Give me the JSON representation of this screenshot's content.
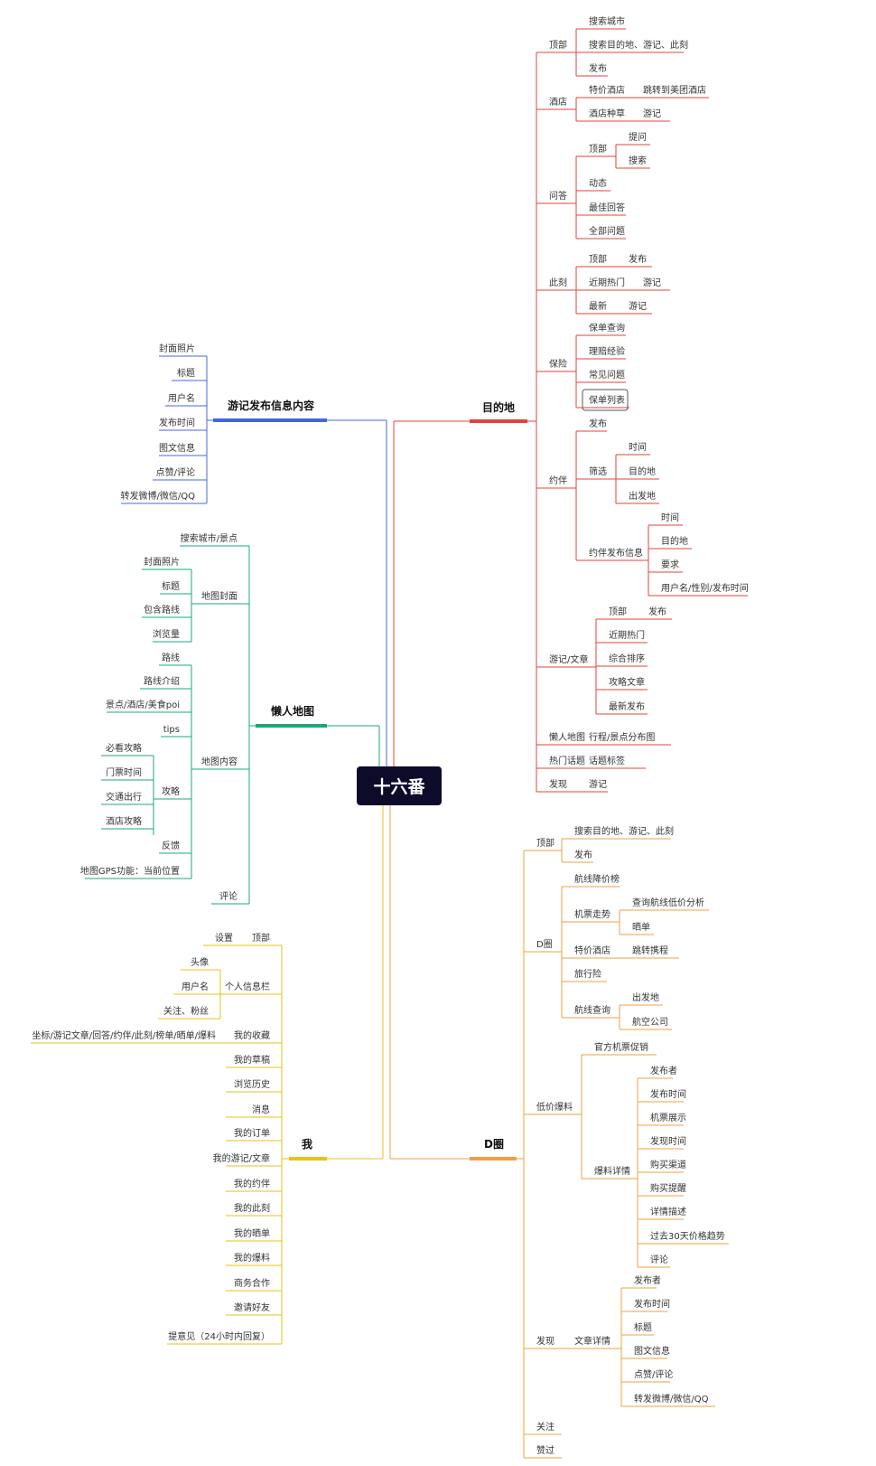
{
  "root": "十六番",
  "colors": {
    "root_bg": "#0d0b2a",
    "destination": "#e0443a",
    "travel_notes": "#4468d8",
    "lazy_map": "#1aa877",
    "me": "#e8c21a",
    "d_circle": "#f0a040"
  },
  "branches": {
    "destination": {
      "label": "目的地",
      "top": {
        "label": "顶部",
        "items": [
          "搜索城市",
          "搜索目的地、游记、此刻",
          "发布"
        ]
      },
      "hotel": {
        "label": "酒店",
        "deal": {
          "label": "特价酒店",
          "child": "跳转到美团酒店"
        },
        "grass": {
          "label": "酒店种草",
          "child": "游记"
        }
      },
      "qa": {
        "label": "问答",
        "top": {
          "label": "顶部",
          "children": [
            "提问",
            "搜索"
          ]
        },
        "items": [
          "动态",
          "最佳回答",
          "全部问题"
        ]
      },
      "moment": {
        "label": "此刻",
        "rows": [
          {
            "label": "顶部",
            "child": "发布"
          },
          {
            "label": "近期热门",
            "child": "游记"
          },
          {
            "label": "最新",
            "child": "游记"
          }
        ]
      },
      "insurance": {
        "label": "保险",
        "items": [
          "保单查询",
          "理赔经验",
          "常见问题",
          "保单列表"
        ]
      },
      "companion": {
        "label": "约伴",
        "publish": "发布",
        "filter": {
          "label": "筛选",
          "children": [
            "时间",
            "目的地",
            "出发地"
          ]
        },
        "info": {
          "label": "约伴发布信息",
          "children": [
            "时间",
            "目的地",
            "要求",
            "用户名/性别/发布时间"
          ]
        }
      },
      "notes": {
        "label": "游记/文章",
        "top": {
          "label": "顶部",
          "child": "发布"
        },
        "items": [
          "近期热门",
          "综合排序",
          "攻略文章",
          "最新发布"
        ]
      },
      "lazy": {
        "label": "懒人地图",
        "child": "行程/景点分布图"
      },
      "topics": {
        "label": "热门话题",
        "child": "话题标签"
      },
      "discover": {
        "label": "发现",
        "child": "游记"
      }
    },
    "travel_notes": {
      "label": "游记发布信息内容",
      "items": [
        "封面照片",
        "标题",
        "用户名",
        "发布时间",
        "图文信息",
        "点赞/评论",
        "转发微博/微信/QQ"
      ]
    },
    "lazy_map": {
      "label": "懒人地图",
      "search": "搜索城市/景点",
      "cover": {
        "label": "地图封面",
        "items": [
          "封面照片",
          "标题",
          "包含路线",
          "浏览量"
        ]
      },
      "content": {
        "label": "地图内容",
        "route": "路线",
        "intro": "路线介绍",
        "poi": "景点/酒店/美食poi",
        "tips": "tips",
        "guide": {
          "label": "攻略",
          "items": [
            "必看攻略",
            "门票时间",
            "交通出行",
            "酒店攻略"
          ]
        },
        "feedback": "反馈",
        "gps": "地图GPS功能：当前位置"
      },
      "comment": "评论"
    },
    "me": {
      "label": "我",
      "top": {
        "label": "顶部",
        "child": "设置"
      },
      "profile": {
        "label": "个人信息栏",
        "items": [
          "头像",
          "用户名",
          "关注、粉丝"
        ]
      },
      "fav": {
        "label": "我的收藏",
        "child": "坐标/游记文章/回答/约伴/此刻/榜单/晒单/爆料"
      },
      "items": [
        "我的草稿",
        "浏览历史",
        "消息",
        "我的订单",
        "我的游记/文章",
        "我的约伴",
        "我的此刻",
        "我的晒单",
        "我的爆料",
        "商务合作",
        "邀请好友",
        "提意见（24小时内回复）"
      ]
    },
    "d_circle": {
      "label": "D圈",
      "top": {
        "label": "顶部",
        "items": [
          "搜索目的地、游记、此刻",
          "发布"
        ]
      },
      "d": {
        "label": "D圈",
        "rank": "航线降价榜",
        "trend": {
          "label": "机票走势",
          "children": [
            "查询航线低价分析",
            "晒单"
          ]
        },
        "hotel": {
          "label": "特价酒店",
          "child": "跳转携程"
        },
        "tour": "旅行险",
        "search": {
          "label": "航线查询",
          "children": [
            "出发地",
            "航空公司"
          ]
        }
      },
      "low": {
        "label": "低价爆料",
        "promo": "官方机票促销",
        "detail": {
          "label": "爆料详情",
          "children": [
            "发布者",
            "发布时间",
            "机票展示",
            "发现时间",
            "购买渠道",
            "购买提醒",
            "详情描述",
            "过去30天价格趋势",
            "评论"
          ]
        }
      },
      "discover": {
        "label": "发现",
        "article": {
          "label": "文章详情",
          "children": [
            "发布者",
            "发布时间",
            "标题",
            "图文信息",
            "点赞/评论",
            "转发微博/微信/QQ"
          ]
        }
      },
      "follow": "关注",
      "liked": "赞过"
    }
  }
}
